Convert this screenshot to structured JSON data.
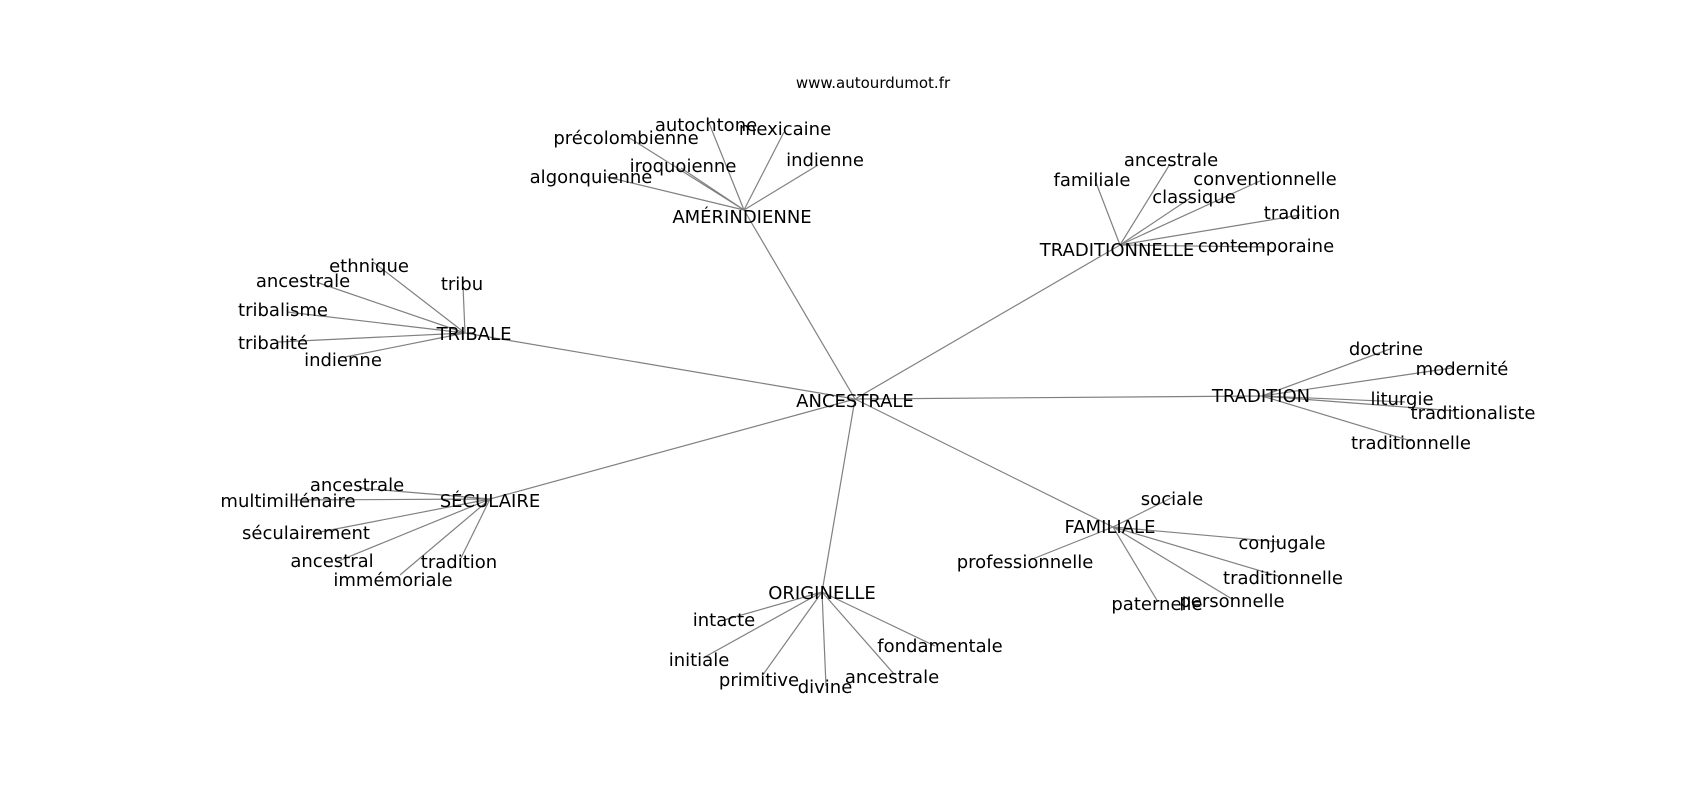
{
  "site": "www.autourdumot.fr",
  "center": "ANCESTRALE",
  "clusters": [
    {
      "hub": "AMÉRINDIENNE",
      "words": [
        "autochtone",
        "mexicaine",
        "précolombienne",
        "iroquoienne",
        "indienne",
        "algonquienne"
      ]
    },
    {
      "hub": "TRADITIONNELLE",
      "words": [
        "ancestrale",
        "familiale",
        "conventionnelle",
        "classique",
        "tradition",
        "contemporaine"
      ]
    },
    {
      "hub": "TRIBALE",
      "words": [
        "ethnique",
        "ancestrale",
        "tribu",
        "tribalisme",
        "tribalité",
        "indienne"
      ]
    },
    {
      "hub": "TRADITION",
      "words": [
        "doctrine",
        "modernité",
        "liturgie",
        "traditionaliste",
        "traditionnelle"
      ]
    },
    {
      "hub": "SÉCULAIRE",
      "words": [
        "ancestrale",
        "multimillénaire",
        "séculairement",
        "ancestral",
        "tradition",
        "immémoriale"
      ]
    },
    {
      "hub": "FAMILIALE",
      "words": [
        "sociale",
        "professionnelle",
        "conjugale",
        "traditionnelle",
        "paternelle",
        "personnelle"
      ]
    },
    {
      "hub": "ORIGINELLE",
      "words": [
        "intacte",
        "fondamentale",
        "initiale",
        "primitive",
        "divine",
        "ancestrale"
      ]
    }
  ]
}
